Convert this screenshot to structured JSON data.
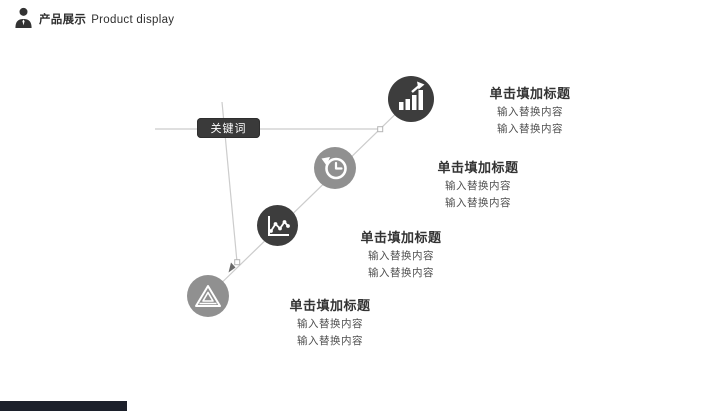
{
  "header": {
    "icon": "person-icon",
    "title_cn": "产品展示",
    "title_en": "Product display"
  },
  "keyword": {
    "label": "关键词"
  },
  "blocks": [
    {
      "icon_name": "growth-bar-chart-icon",
      "title": "单击填加标题",
      "lines": [
        "输入替换内容",
        "输入替换内容"
      ]
    },
    {
      "icon_name": "history-clock-icon",
      "title": "单击填加标题",
      "lines": [
        "输入替换内容",
        "输入替换内容"
      ]
    },
    {
      "icon_name": "line-chart-icon",
      "title": "单击填加标题",
      "lines": [
        "输入替换内容",
        "输入替换内容"
      ]
    },
    {
      "icon_name": "pyramid-triangle-icon",
      "title": "单击填加标题",
      "lines": [
        "输入替换内容",
        "输入替换内容"
      ]
    }
  ],
  "colors": {
    "icon_dark": "#3d3d3d",
    "icon_gray": "#909090",
    "connector_line": "#cccccc",
    "keyword_bg": "#3a3a3a",
    "footer_bar": "#1c202b",
    "title_text": "#333333",
    "body_text": "#4f4f4f"
  }
}
